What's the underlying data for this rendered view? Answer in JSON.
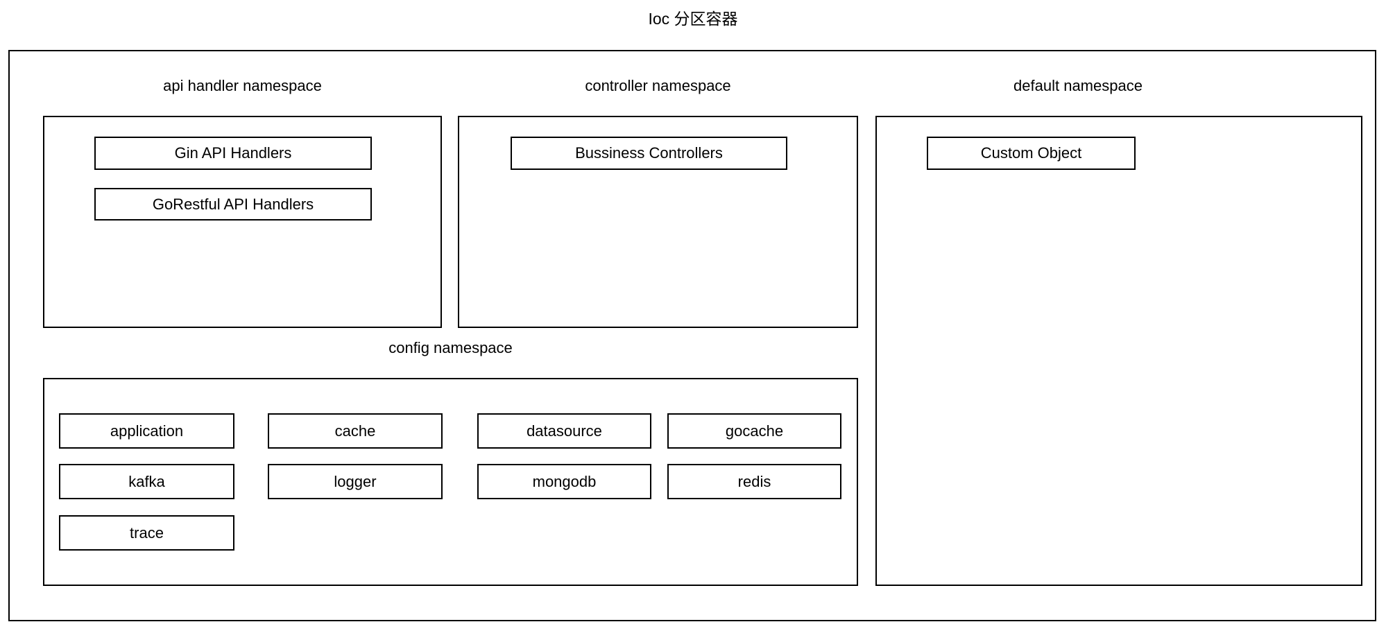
{
  "diagram": {
    "title": "Ioc 分区容器",
    "namespaces": {
      "api_handler": {
        "label": "api handler namespace",
        "items": [
          "Gin API Handlers",
          "GoRestful API Handlers"
        ]
      },
      "controller": {
        "label": "controller namespace",
        "items": [
          "Bussiness Controllers"
        ]
      },
      "default": {
        "label": "default namespace",
        "items": [
          "Custom Object"
        ]
      },
      "config": {
        "label": "config namespace",
        "items": [
          "application",
          "cache",
          "datasource",
          "gocache",
          "kafka",
          "logger",
          "mongodb",
          "redis",
          "trace"
        ]
      }
    },
    "colors": {
      "border": "#000000",
      "background": "#ffffff",
      "text": "#000000"
    }
  }
}
